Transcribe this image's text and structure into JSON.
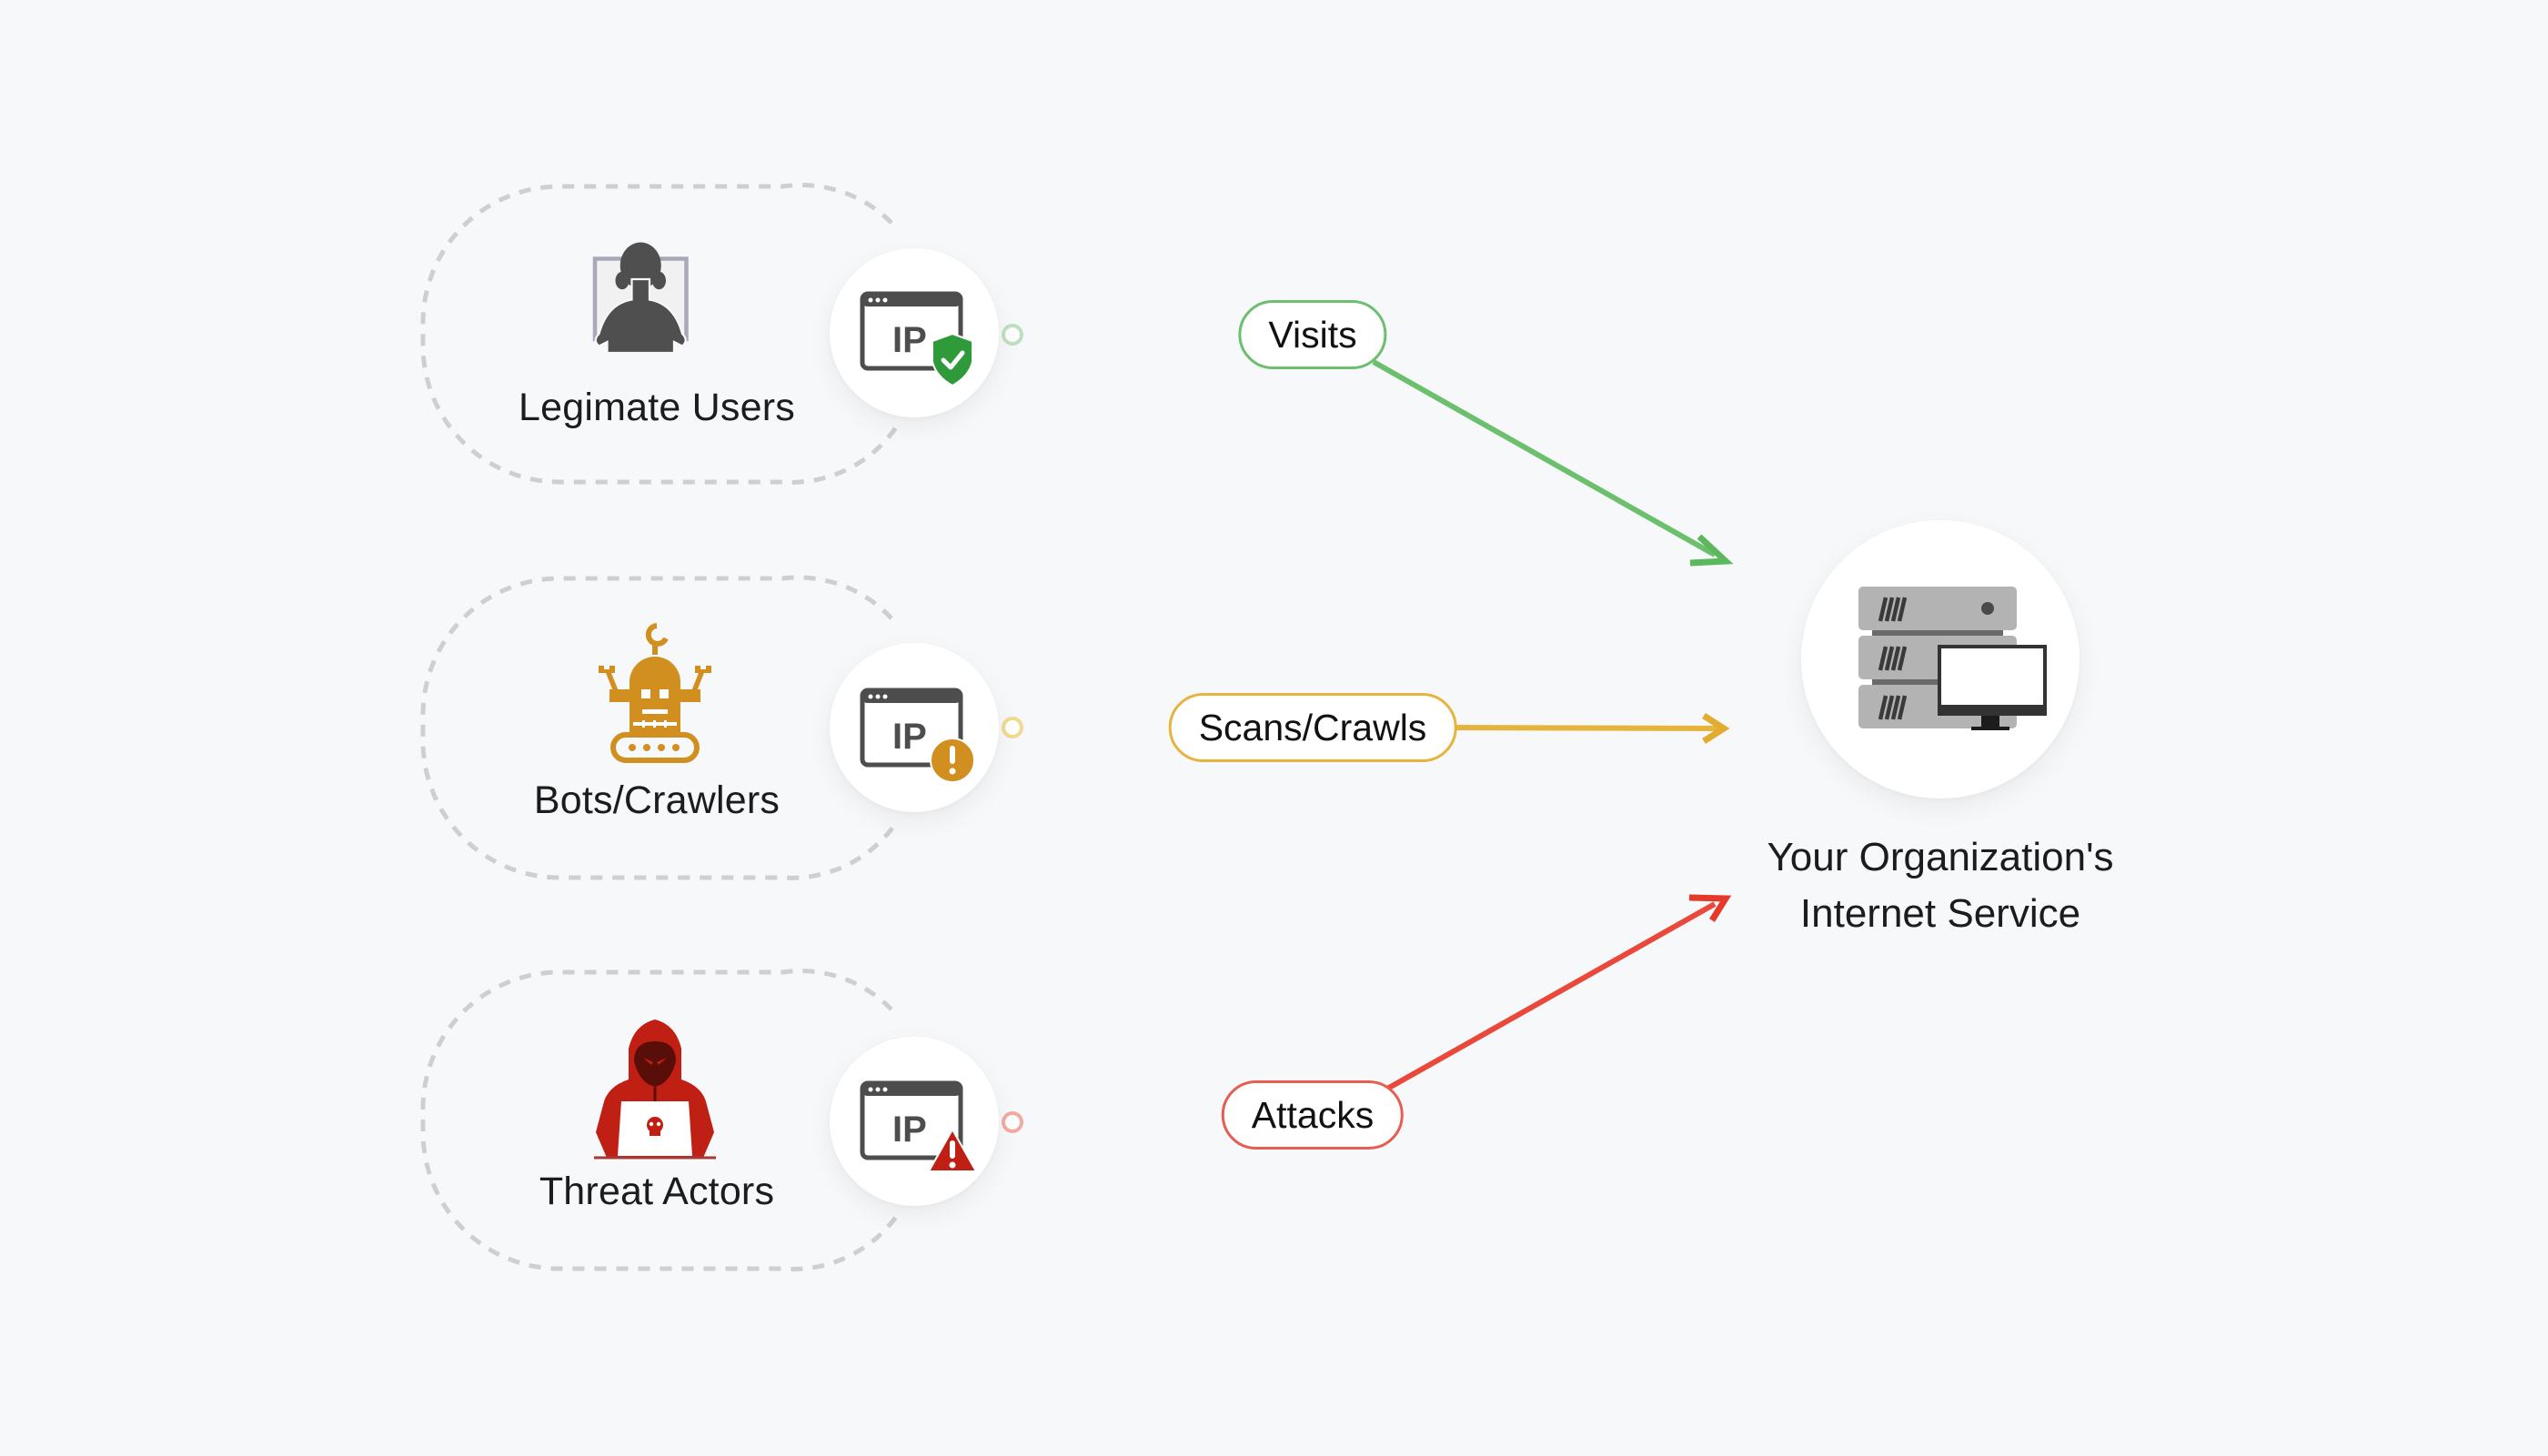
{
  "diagram": {
    "sources": [
      {
        "id": "legitimate",
        "label": "Legimate Users",
        "icon": "user-at-computer-icon",
        "ip_badge": "IP",
        "ip_status_icon": "shield-check-icon",
        "edge_label": "Visits",
        "color": "#5cb85c",
        "color_light": "#c4e3c4"
      },
      {
        "id": "bots",
        "label": "Bots/Crawlers",
        "icon": "robot-icon",
        "ip_badge": "IP",
        "ip_status_icon": "exclamation-circle-icon",
        "edge_label": "Scans/Crawls",
        "color": "#e2ad2e",
        "color_light": "#f3dfa8"
      },
      {
        "id": "threats",
        "label": "Threat Actors",
        "icon": "hooded-hacker-icon",
        "ip_badge": "IP",
        "ip_status_icon": "warning-triangle-icon",
        "edge_label": "Attacks",
        "color": "#e53a2a",
        "color_light": "#f5b5b0"
      }
    ],
    "target": {
      "label_line1": "Your Organization's",
      "label_line2": "Internet Service",
      "icon": "server-with-monitor-icon"
    }
  }
}
